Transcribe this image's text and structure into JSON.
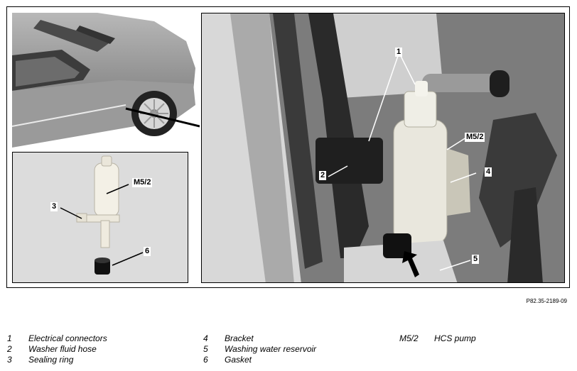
{
  "figure": {
    "callouts": {
      "c1": "1",
      "c2": "2",
      "c3": "3",
      "c4": "4",
      "c5": "5",
      "c6": "6",
      "m52_pump": "M5/2",
      "m52_engine": "M5/2"
    },
    "reference_code": "P82.35-2189-09"
  },
  "legend": {
    "items": [
      {
        "num": "1",
        "label": "Electrical connectors"
      },
      {
        "num": "2",
        "label": "Washer fluid hose"
      },
      {
        "num": "3",
        "label": "Sealing ring"
      },
      {
        "num": "4",
        "label": "Bracket"
      },
      {
        "num": "5",
        "label": "Washing water reservoir"
      },
      {
        "num": "6",
        "label": "Gasket"
      },
      {
        "num": "M5/2",
        "label": "HCS pump"
      }
    ]
  }
}
